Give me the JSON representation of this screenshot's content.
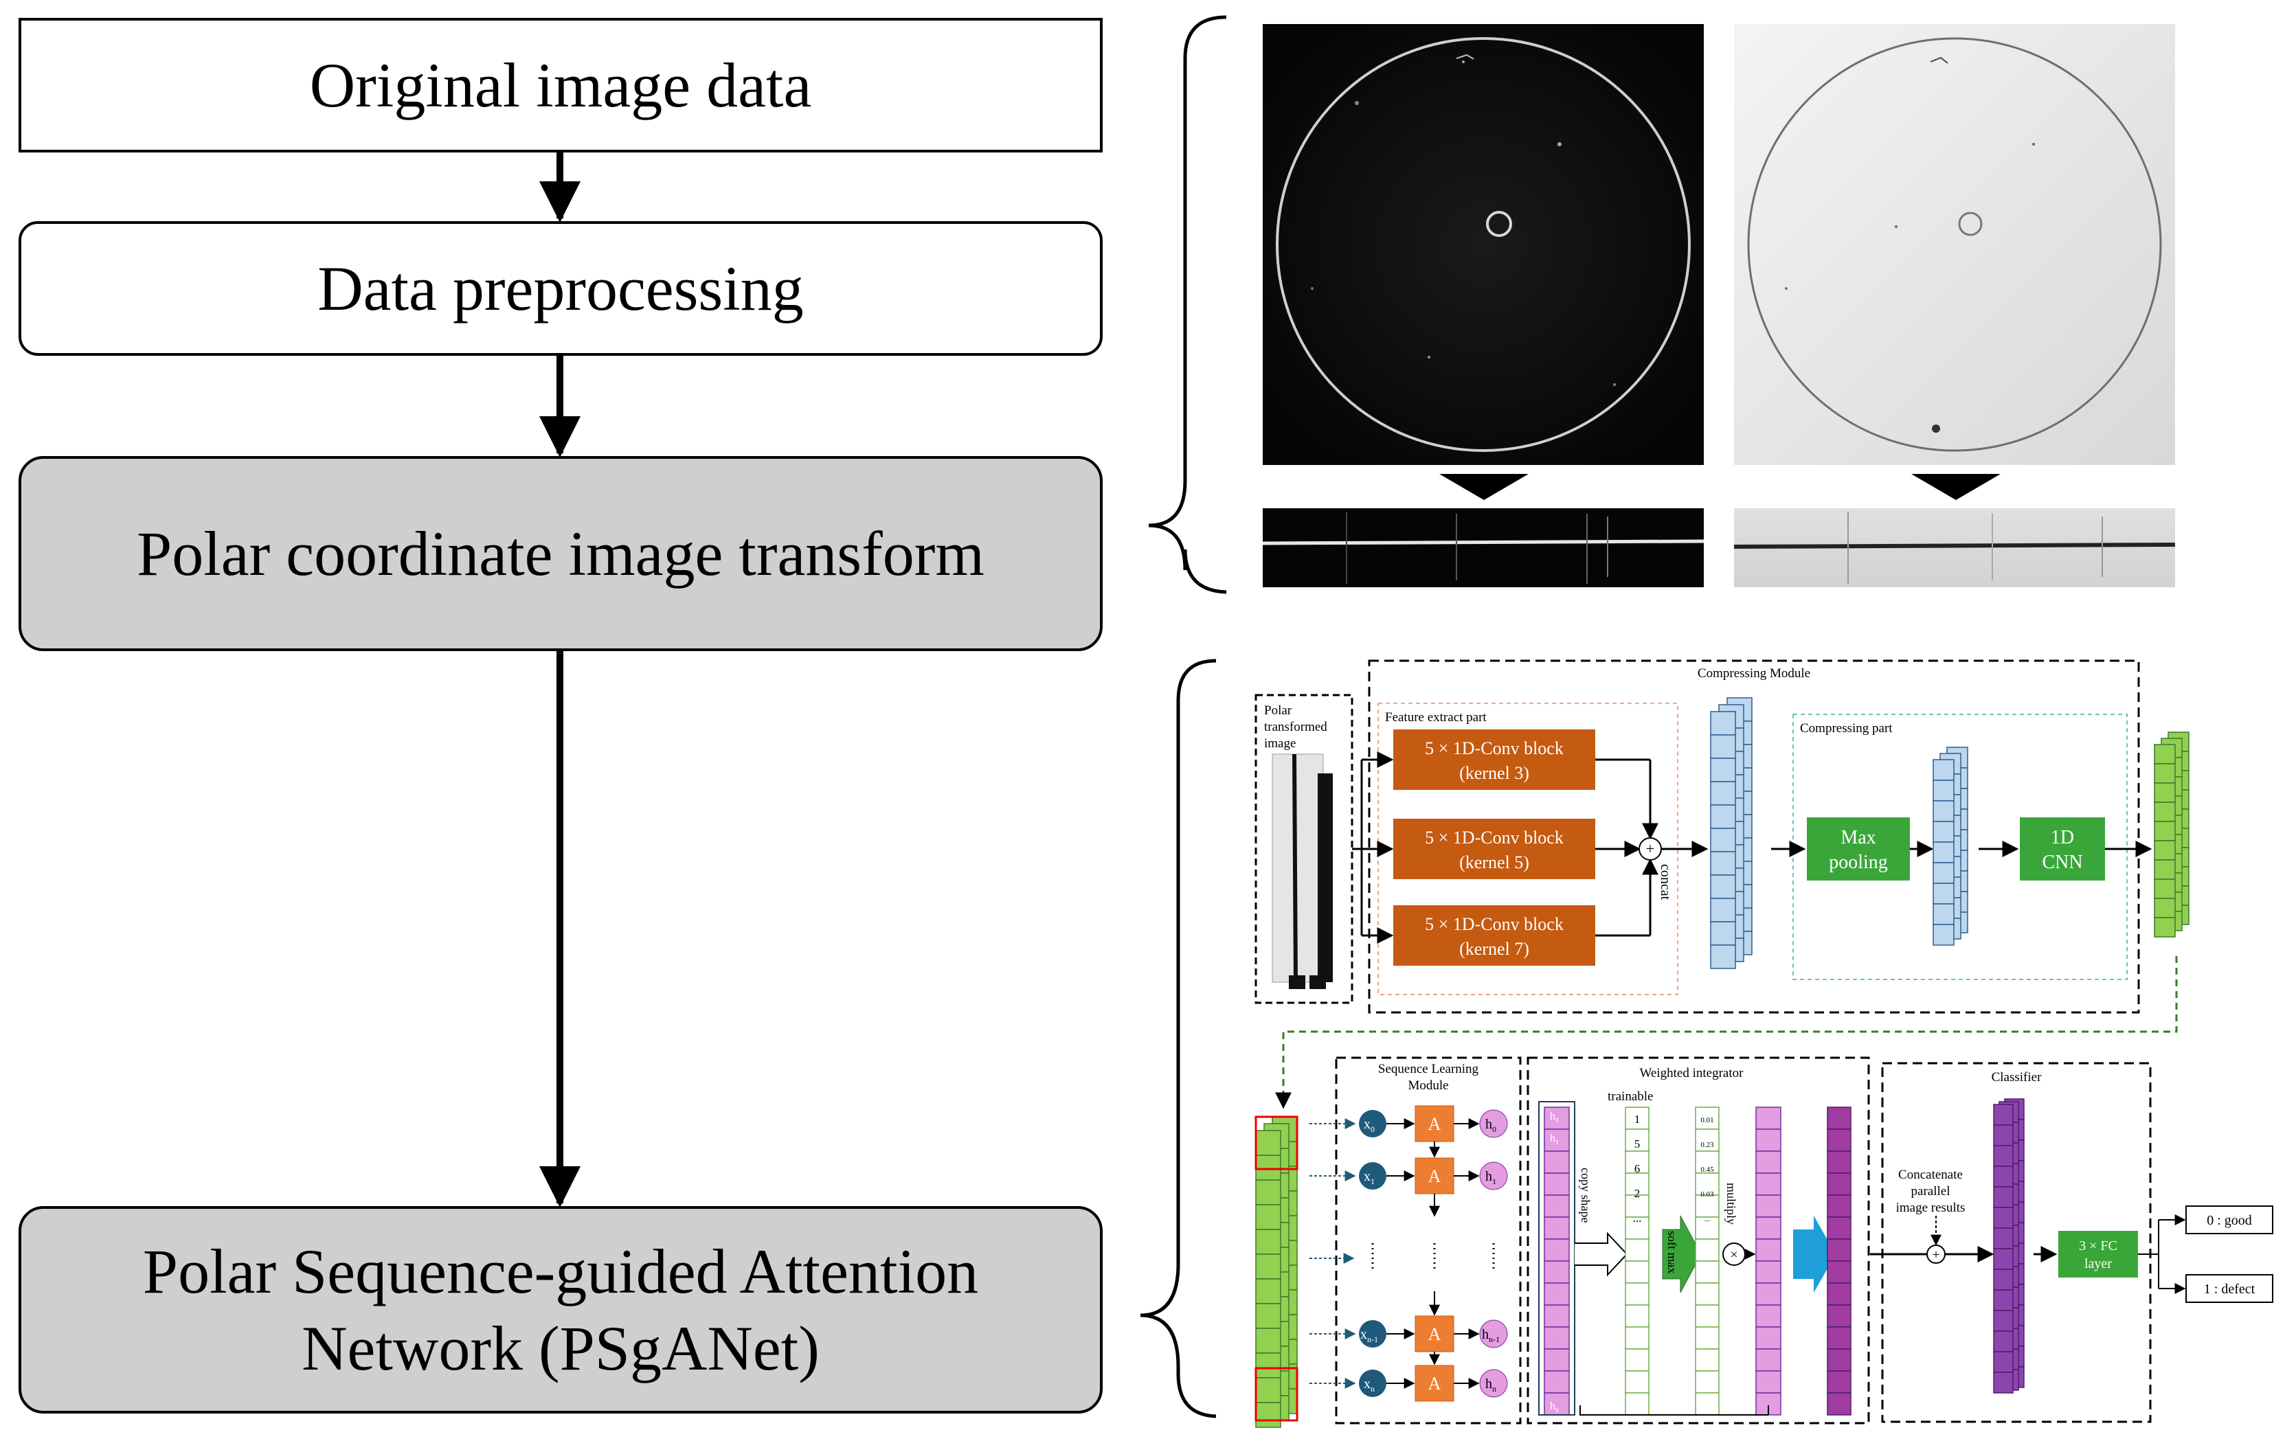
{
  "flow": {
    "step1": "Original image data",
    "step2": "Data preprocessing",
    "step3": "Polar coordinate image transform",
    "step4_line1": "Polar Sequence-guided Attention",
    "step4_line2": "Network (PSgANet)"
  },
  "network": {
    "input_label": [
      "Polar",
      "transformed",
      "image"
    ],
    "compressing_module": "Compressing Module",
    "feature_extract_part": "Feature extract part",
    "conv_blocks": [
      {
        "line1": "5 × 1D-Conv block",
        "line2": "(kernel 3)"
      },
      {
        "line1": "5 × 1D-Conv block",
        "line2": "(kernel 5)"
      },
      {
        "line1": "5 × 1D-Conv block",
        "line2": "(kernel 7)"
      }
    ],
    "concat": "concat",
    "compressing_part": "Compressing part",
    "max_pooling": [
      "Max",
      "pooling"
    ],
    "cnn_1d": [
      "1D",
      "CNN"
    ],
    "sequence_learning_module": [
      "Sequence Learning",
      "Module"
    ],
    "rnn_cell": "A",
    "inputs": [
      "x",
      "x",
      "x",
      "x"
    ],
    "input_subs": [
      "0",
      "1",
      "n-1",
      "n"
    ],
    "hidden": [
      "h",
      "h",
      "h",
      "h"
    ],
    "hidden_subs": [
      "0",
      "1",
      "n-1",
      "n"
    ],
    "weighted_integrator": "Weighted integrator",
    "trainable": "trainable",
    "weights": [
      "1",
      "5",
      "6",
      "2",
      "..."
    ],
    "softmax_values": [
      "0.01",
      "0.23",
      "0.45",
      "0.03",
      "..."
    ],
    "copy_shape": "copy shape",
    "soft_max": "soft max",
    "multiply": "multiply",
    "h_labels": [
      "h",
      "h",
      "h"
    ],
    "h_subs": [
      "0",
      "1",
      "n"
    ],
    "classifier": "Classifier",
    "concat_results": [
      "Concatenate",
      "parallel",
      "image results"
    ],
    "fc_layer": [
      "3 × FC",
      "layer"
    ],
    "outputs": [
      "0 : good",
      "1 : defect"
    ]
  },
  "colors": {
    "orange": "#c55a11",
    "green": "#70ad47",
    "light_green": "#92d050",
    "light_blue": "#bdd7ee",
    "pink": "#e39de0",
    "purple": "#7030a0",
    "teal": "#1f5a7a",
    "gray_box": "#d0cece"
  }
}
